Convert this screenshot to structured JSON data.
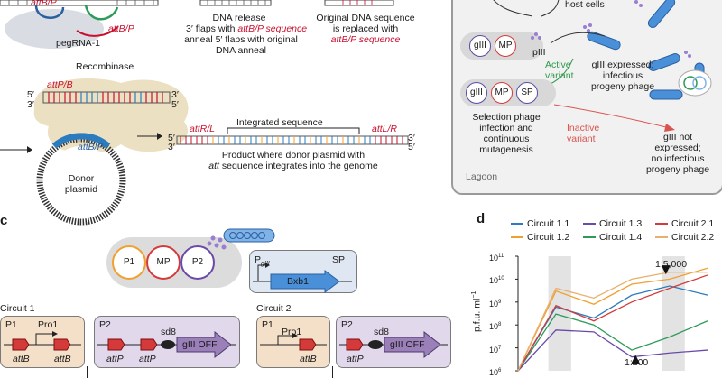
{
  "panel_a": {
    "top_label_att": "attB/P",
    "pegrna_label": "pegRNA-1",
    "pegrna_att": "attB/P",
    "step2_line1": "DNA release",
    "step2_line2_prefix": "3′ flaps with ",
    "step2_line2_red": "attB/P sequence",
    "step2_line3": "anneal 5′ flaps with original",
    "step2_line4": "DNA anneal",
    "step3_line1": "Original DNA sequence",
    "step3_line2": "is replaced with",
    "step3_line3_red": "attB/P sequence",
    "recombinase_label": "Recombinase",
    "attPB_label": "attP/B",
    "attB_label": "attB/P",
    "five_prime": "5′",
    "three_prime": "3′",
    "donor_label_line1": "Donor",
    "donor_label_line2": "plasmid",
    "attRL": "attR/L",
    "attLR": "attL/R",
    "integrated_label": "Integrated sequence",
    "product_line1": "Product where donor plasmid with",
    "product_line2_italic": "att",
    "product_line2_rest": " sequence integrates into the genome"
  },
  "panel_b": {
    "host_cells": "host cells",
    "giii": "gIII",
    "mp": "MP",
    "sp": "SP",
    "piii": "pIII",
    "active_line1": "Active",
    "active_line2": "variant",
    "expressed_line1": "gIII expressed;",
    "expressed_line2": "infectious",
    "expressed_line3": "progeny phage",
    "selection_line1": "Selection phage",
    "selection_line2": "infection and",
    "selection_line3": "continuous",
    "selection_line4": "mutagenesis",
    "inactive_line1": "Inactive",
    "inactive_line2": "variant",
    "notexp_line1": "gIII not",
    "notexp_line2": "expressed;",
    "notexp_line3": "no infectious",
    "notexp_line4": "progeny phage",
    "lagoon": "Lagoon"
  },
  "panel_c": {
    "letter": "c",
    "p1": "P1",
    "mp": "MP",
    "p2": "P2",
    "pgiii": "P",
    "pgiii_sub": "gIII",
    "sp": "SP",
    "bxb1": "Bxb1",
    "circuit1_title": "Circuit 1",
    "circuit2_title": "Circuit 2",
    "c1_p1_label": "P1",
    "c1_pro1": "Pro1",
    "c1_attB_a": "attB",
    "c1_attB_b": "attB",
    "c1_p2_label": "P2",
    "c1_sd8": "sd8",
    "c1_giii_off": "gIII OFF",
    "c1_attP_a": "attP",
    "c1_attP_b": "attP",
    "c2_p1_label": "P1",
    "c2_pro1": "Pro1",
    "c2_attB": "attB",
    "c2_p2_label": "P2",
    "c2_sd8": "sd8",
    "c2_giii_off": "gIII OFF",
    "c2_attP": "attP"
  },
  "panel_d": {
    "letter": "d",
    "legend": [
      {
        "name": "Circuit 1.1",
        "color": "#2b7bbf"
      },
      {
        "name": "Circuit 1.2",
        "color": "#f0a030"
      },
      {
        "name": "Circuit 1.3",
        "color": "#6a4aa8"
      },
      {
        "name": "Circuit 1.4",
        "color": "#2e9a5a"
      },
      {
        "name": "Circuit 2.1",
        "color": "#d43a3a"
      },
      {
        "name": "Circuit 2.2",
        "color": "#e8b070"
      }
    ],
    "ylabel": "p.f.u. ml",
    "ylabel_sup": "−1",
    "ticks": [
      "10",
      "10",
      "10",
      "10",
      "10",
      "10"
    ],
    "tick_exps": [
      "11",
      "10",
      "9",
      "8",
      "7",
      "6"
    ],
    "annot_top": "1:5,000",
    "annot_bottom": "1:200"
  },
  "chart_data": {
    "type": "line",
    "title": "",
    "xlabel": "",
    "ylabel": "p.f.u. ml−1",
    "log_scale_y": true,
    "ylim": [
      1000000,
      100000000000
    ],
    "x": [
      0,
      1,
      2,
      3,
      4,
      5
    ],
    "series": [
      {
        "name": "Circuit 1.1",
        "values": [
          1000000,
          600000000,
          200000000,
          2000000000,
          5000000000,
          2000000000
        ]
      },
      {
        "name": "Circuit 1.2",
        "values": [
          1000000,
          3000000000,
          800000000,
          6000000000,
          10000000000,
          30000000000
        ]
      },
      {
        "name": "Circuit 1.3",
        "values": [
          1000000,
          60000000,
          50000000,
          4000000,
          6000000,
          8000000
        ]
      },
      {
        "name": "Circuit 1.4",
        "values": [
          1000000,
          300000000,
          100000000,
          8000000,
          30000000,
          150000000
        ]
      },
      {
        "name": "Circuit 2.1",
        "values": [
          1000000,
          700000000,
          150000000,
          1000000000,
          4000000000,
          15000000000
        ]
      },
      {
        "name": "Circuit 2.2",
        "values": [
          1000000,
          4000000000,
          1500000000,
          10000000000,
          20000000000,
          20000000000
        ]
      }
    ]
  }
}
